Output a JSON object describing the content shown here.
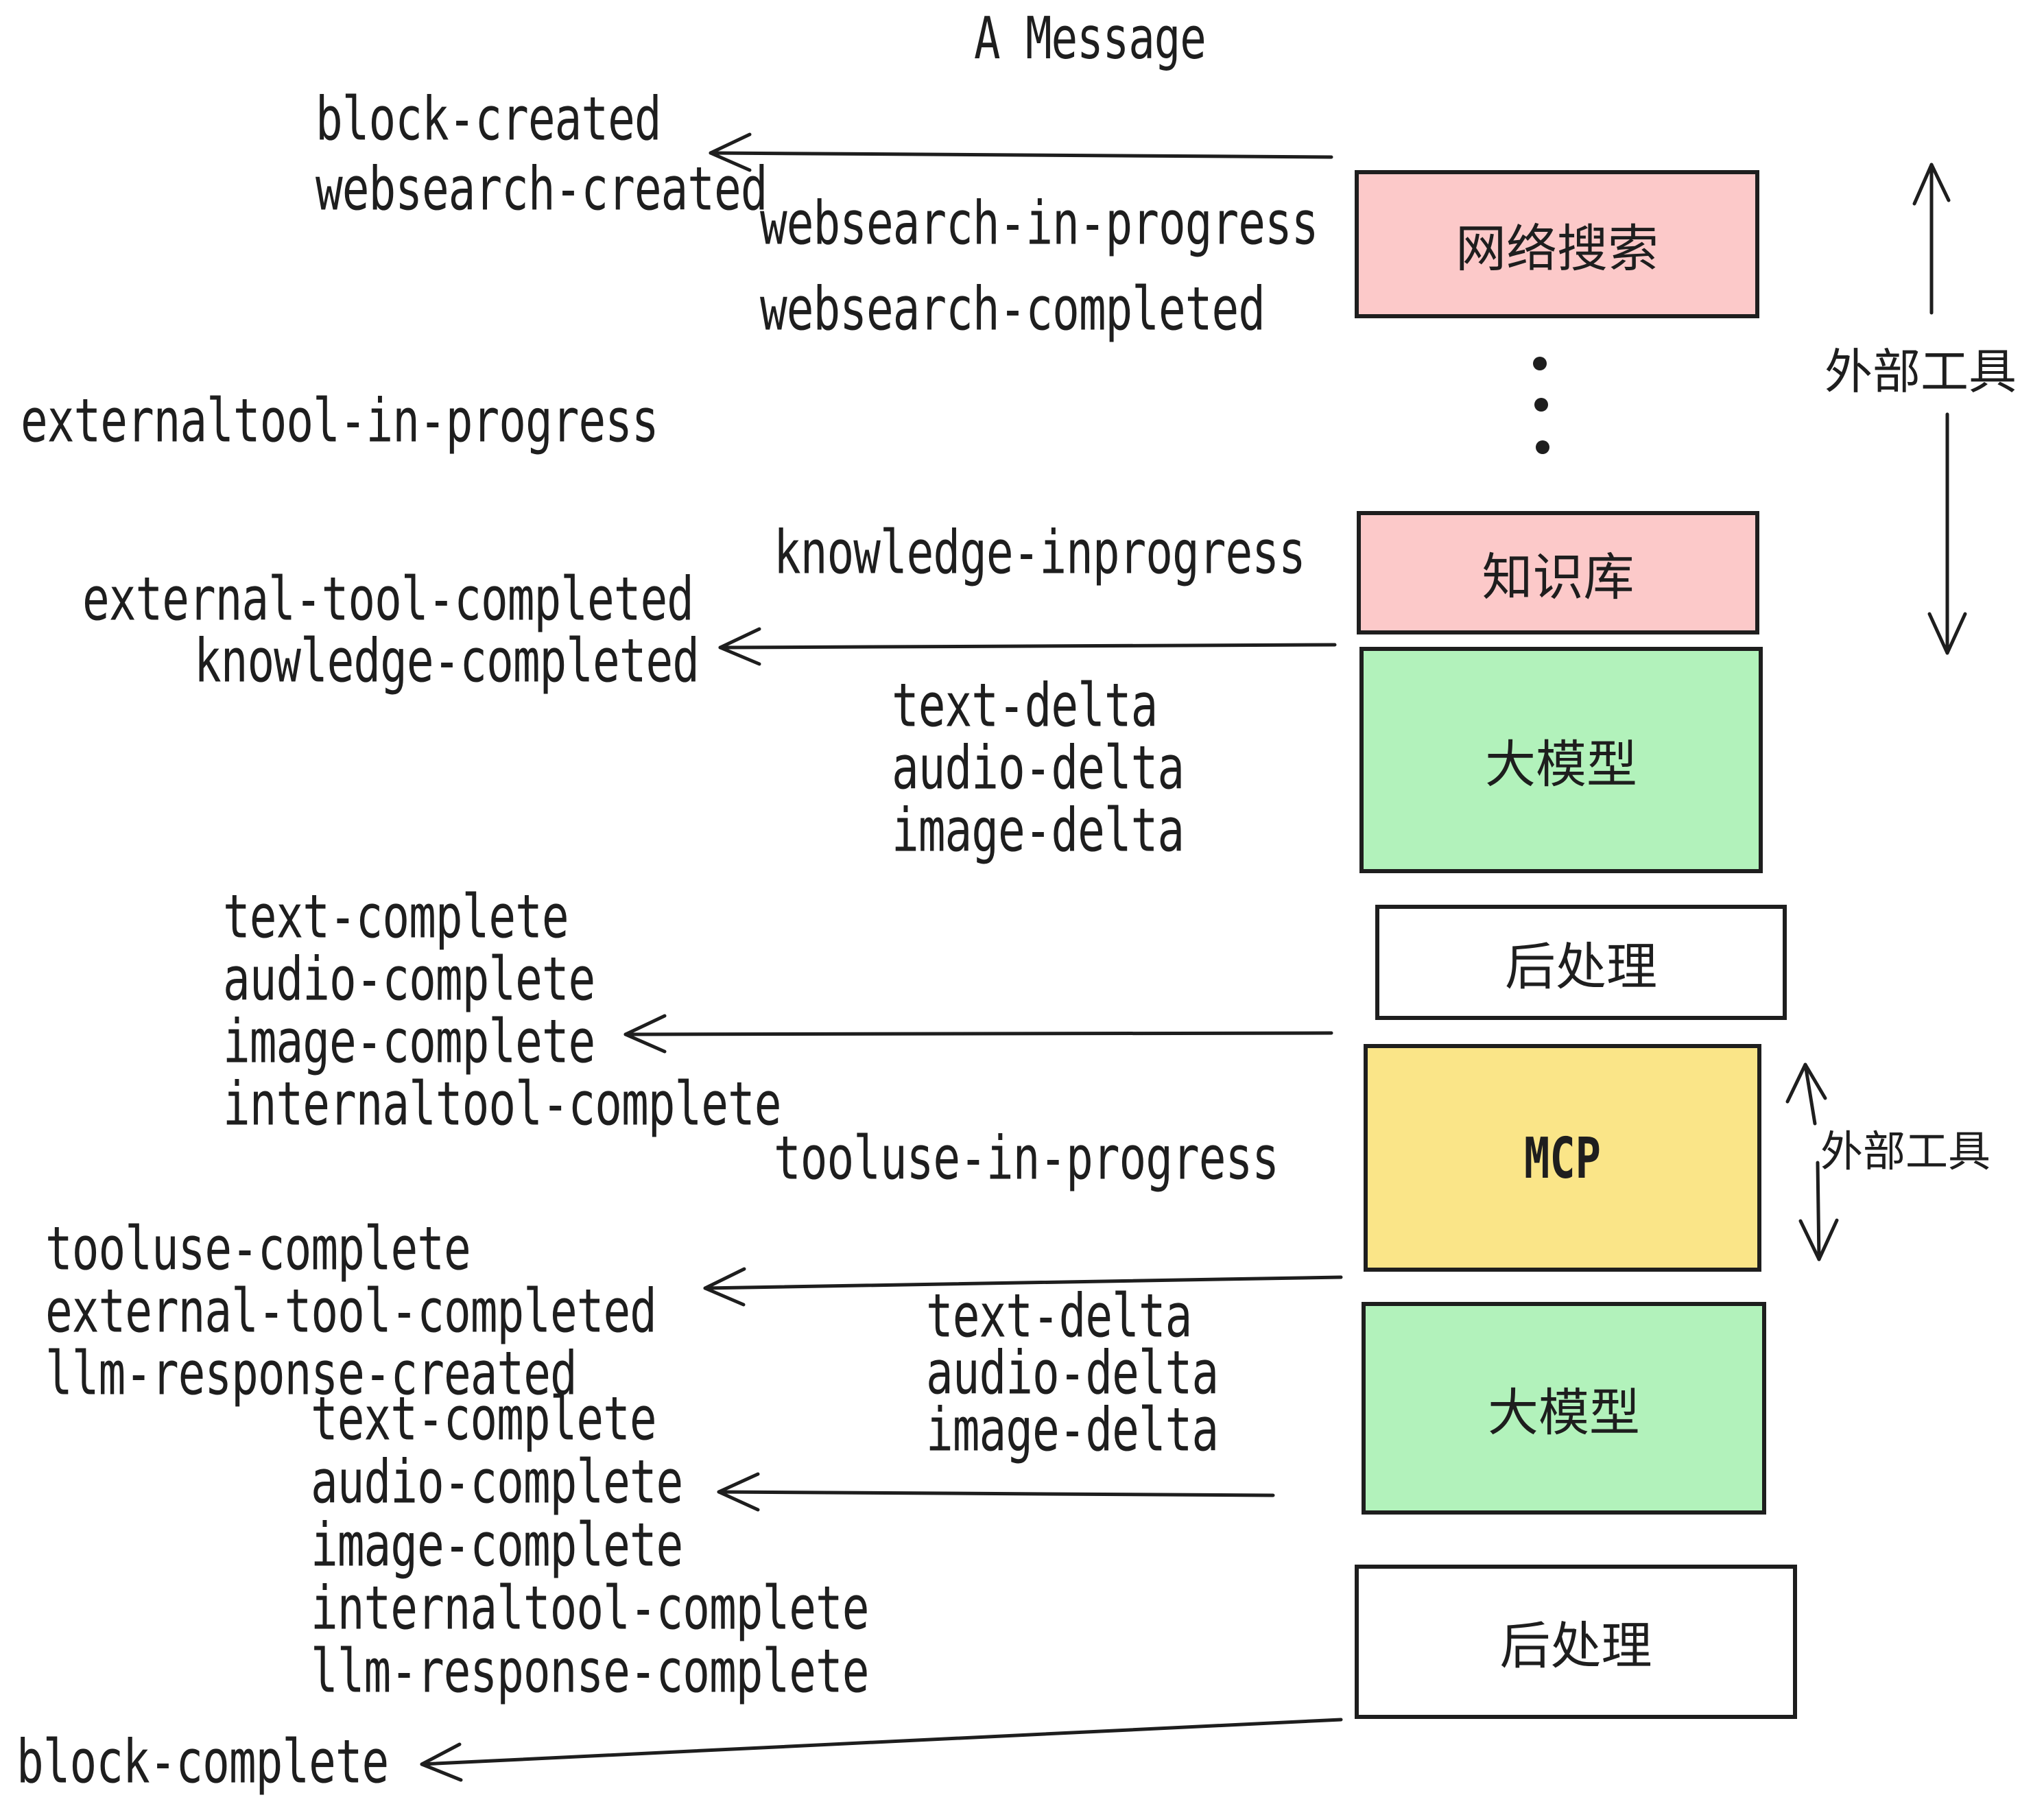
{
  "title": "A Message",
  "events": {
    "block_created": "block-created",
    "websearch_created": "websearch-created",
    "websearch_in_progress": "websearch-in-progress",
    "websearch_completed": "websearch-completed",
    "externaltool_in_progress": "externaltool-in-progress",
    "knowledge_inprogress": "knowledge-inprogress",
    "external_tool_completed_1": "external-tool-completed",
    "knowledge_completed": "knowledge-completed",
    "delta_group_1": [
      "text-delta",
      "audio-delta",
      "image-delta"
    ],
    "complete_group_1": [
      "text-complete",
      "audio-complete",
      "image-complete",
      "internaltool-complete"
    ],
    "tooluse_in_progress": "tooluse-in-progress",
    "tooluse_complete": "tooluse-complete",
    "external_tool_completed_2": "external-tool-completed",
    "llm_response_created": "llm-response-created",
    "delta_group_2": [
      "text-delta",
      "audio-delta",
      "image-delta"
    ],
    "complete_group_2": [
      "text-complete",
      "audio-complete",
      "image-complete",
      "internaltool-complete",
      "llm-response-complete"
    ],
    "block_complete": "block-complete"
  },
  "boxes": {
    "websearch": {
      "label": "网络搜索"
    },
    "knowledge": {
      "label": "知识库"
    },
    "llm_1": {
      "label": "大模型"
    },
    "post_1": {
      "label": "后处理"
    },
    "mcp": {
      "label": "MCP"
    },
    "llm_2": {
      "label": "大模型"
    },
    "post_2": {
      "label": "后处理"
    }
  },
  "annotations": {
    "external_tools_1": "外部工具",
    "external_tools_2": "外部工具"
  },
  "colors": {
    "ink": "#1e1e1e",
    "pink": "#fcc9c9",
    "green": "#b2f2bb",
    "yellow": "#fae588",
    "background": "#ffffff"
  }
}
